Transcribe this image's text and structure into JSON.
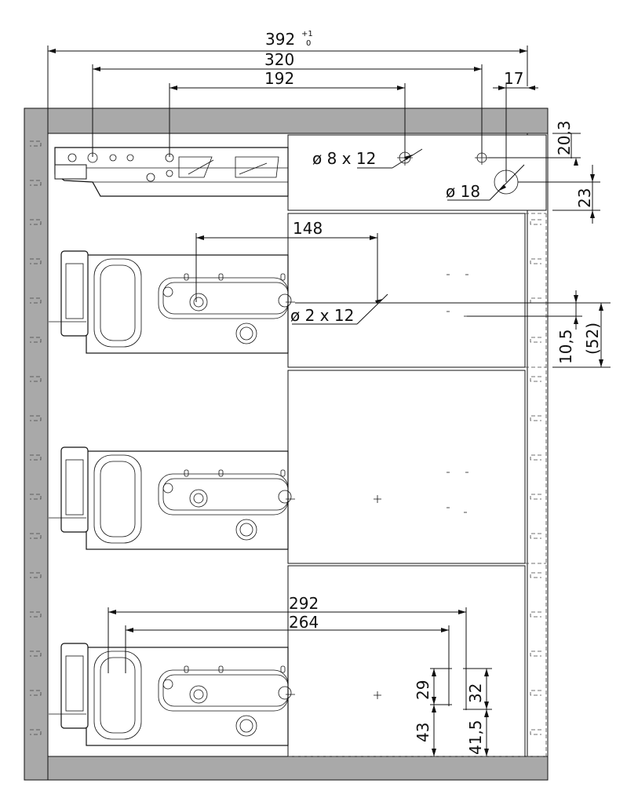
{
  "dimensions": {
    "overall_width": "392",
    "overall_tol_upper": "+1",
    "overall_tol_lower": "0",
    "d320": "320",
    "d192": "192",
    "d17": "17",
    "d20_3": "20,3",
    "d23": "23",
    "hole_8x12": "ø 8 x 12",
    "hole_18": "ø 18",
    "d148": "148",
    "hole_2x12": "ø 2 x 12",
    "d10_5": "10,5",
    "d52": "(52)",
    "d292": "292",
    "d264": "264",
    "d29": "29",
    "d32": "32",
    "d43": "43",
    "d41_5": "41,5"
  }
}
